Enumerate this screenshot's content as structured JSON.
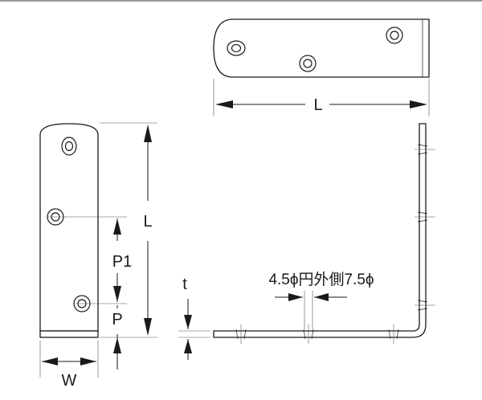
{
  "labels": {
    "length_top": "L",
    "length_side": "L",
    "pitch1": "P1",
    "pitch": "P",
    "width": "W",
    "thickness": "t",
    "hole_spec": "4.5ϕ円外側7.5ϕ"
  },
  "colors": {
    "line": "#1a1a1a",
    "background": "#ffffff"
  }
}
